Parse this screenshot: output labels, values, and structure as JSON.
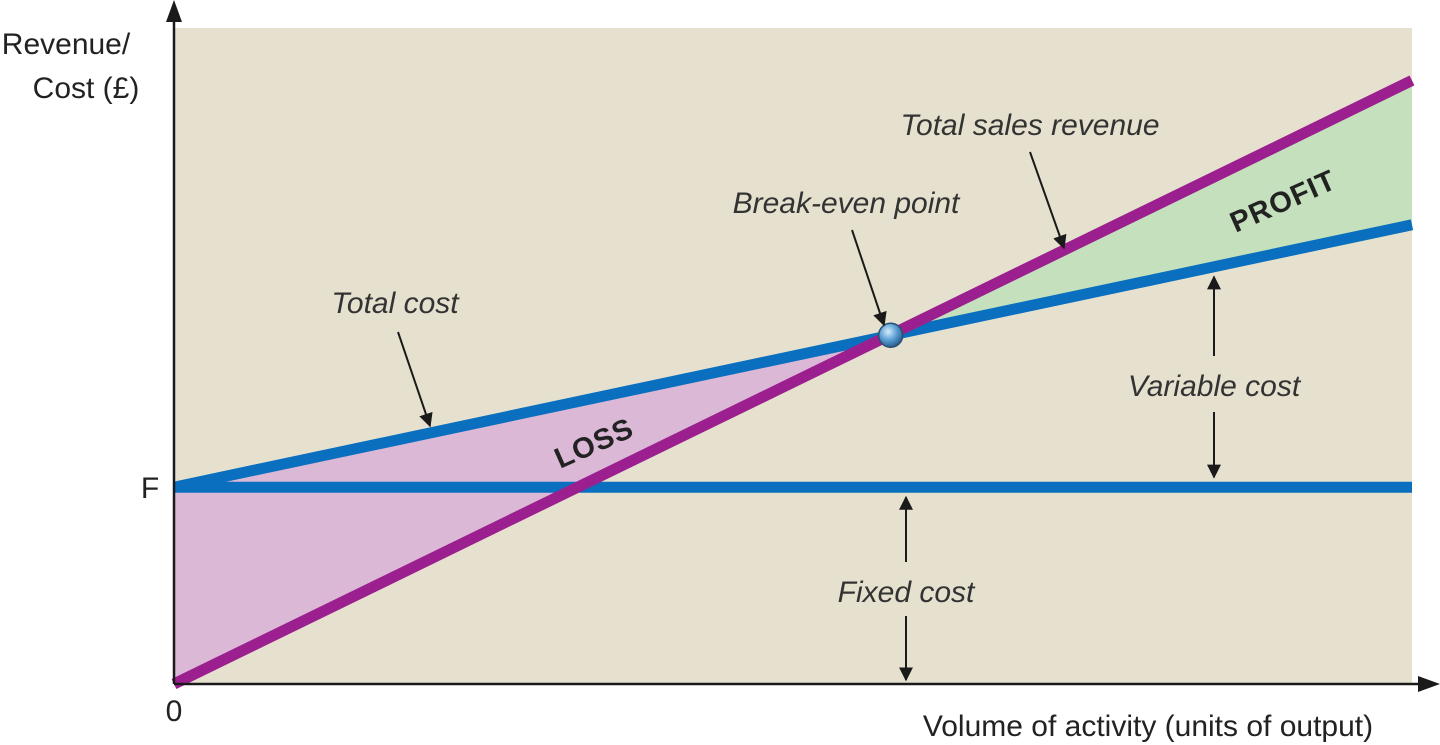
{
  "chart_data": {
    "type": "line",
    "title": "",
    "ylabel_lines": [
      "Revenue/",
      "Cost (£)"
    ],
    "xlabel": "Volume of activity (units of output)",
    "origin_label": "0",
    "y_tick_label": "F",
    "x": [
      0,
      100
    ],
    "series": [
      {
        "name": "Total sales revenue",
        "values": [
          0,
          92
        ],
        "color": "#9c1f8f"
      },
      {
        "name": "Total cost",
        "values": [
          30,
          70
        ],
        "color": "#0a6fbf"
      },
      {
        "name": "Fixed cost",
        "values": [
          30,
          30
        ],
        "color": "#0a6fbf"
      }
    ],
    "fixed_cost_level": 30,
    "break_even": {
      "x": 57.89,
      "y": 53.16
    },
    "xlim": [
      0,
      100
    ],
    "ylim": [
      0,
      100
    ],
    "grid": false,
    "annotations": {
      "total_sales_revenue": "Total sales revenue",
      "break_even_point": "Break-even point",
      "total_cost": "Total cost",
      "variable_cost": "Variable cost",
      "fixed_cost": "Fixed cost",
      "profit": "PROFIT",
      "loss": "LOSS"
    },
    "colors": {
      "plot_background": "#e6e1cf",
      "profit_fill": "#c4e0bc",
      "loss_fill": "#dab8d6",
      "revenue_line": "#9c1f8f",
      "cost_line": "#0a6fbf",
      "break_even_marker": "#5a9fd4"
    }
  }
}
